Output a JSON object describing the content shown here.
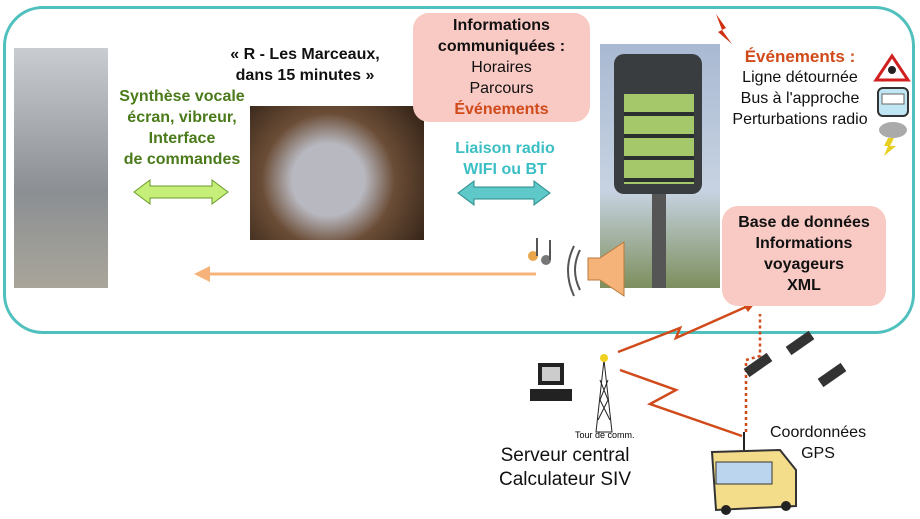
{
  "quote": [
    "« R - Les Marceaux,",
    "dans 15 minutes »"
  ],
  "synthese": [
    "Synthèse vocale",
    "écran, vibreur,",
    "Interface",
    "de commandes"
  ],
  "infos": {
    "title1": "Informations",
    "title2": "communiquées :",
    "items": [
      "Horaires",
      "Parcours"
    ],
    "events": "Événements"
  },
  "liaison": [
    "Liaison radio",
    "WIFI ou BT"
  ],
  "evenements": {
    "title": "Événements :",
    "items": [
      "Ligne détournée",
      "Bus à l'approche",
      "Perturbations radio"
    ]
  },
  "base": [
    "Base de données",
    "Informations",
    "voyageurs",
    "XML"
  ],
  "tower_label": "Tour de comm.",
  "server": [
    "Serveur central",
    "Calculateur SIV"
  ],
  "gps": [
    "Coordonnées",
    "GPS"
  ],
  "colors": {
    "frame": "#4fc0bd",
    "green": "#4a7a1a",
    "cyan": "#3bbfc4",
    "orange": "#d04a1a",
    "pink": "#f9c9c4"
  }
}
